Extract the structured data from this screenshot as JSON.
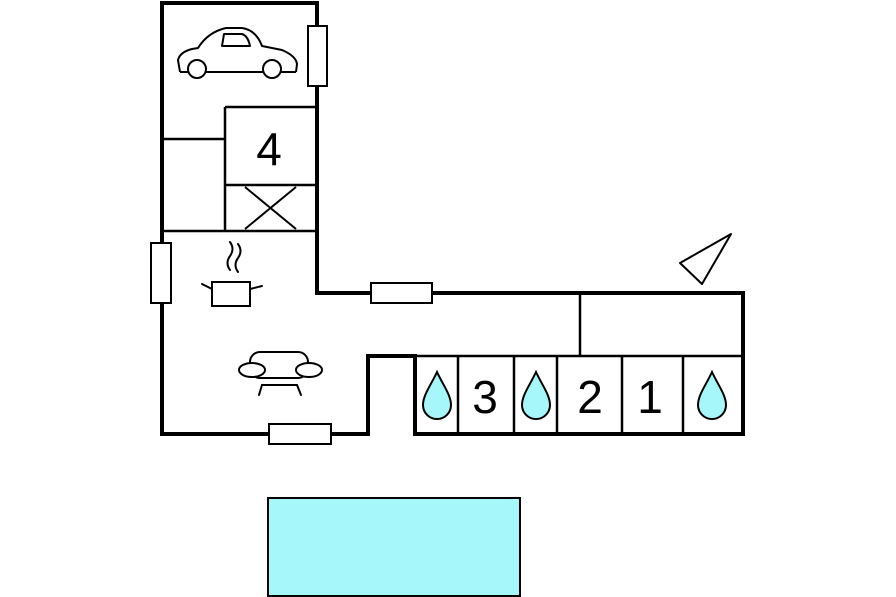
{
  "floorplan": {
    "rooms": [
      {
        "id": "bedroom-4",
        "label": "4"
      },
      {
        "id": "bedroom-3",
        "label": "3"
      },
      {
        "id": "bedroom-2",
        "label": "2"
      },
      {
        "id": "bedroom-1",
        "label": "1"
      }
    ],
    "icons": [
      "car-icon",
      "cooking-pot-icon",
      "sofa-icon",
      "water-drop-icon",
      "compass-north-icon",
      "staircase-icon"
    ],
    "colors": {
      "wall": "#000000",
      "pool": "#a6f7fa",
      "water_drop": "#a6f7fa",
      "background": "#ffffff"
    }
  }
}
